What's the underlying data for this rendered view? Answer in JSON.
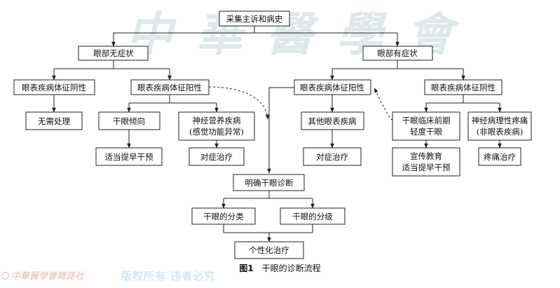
{
  "watermark": {
    "top_text": "中華醫學會",
    "footer_text": "中華醫學會雜誌社",
    "footer_text_2": "版权所有 违者必究"
  },
  "caption": {
    "label": "图1",
    "text": "干眼的诊断流程"
  },
  "nodes": {
    "collect": "采集主诉和病史",
    "no_symptom": "眼部无症状",
    "has_symptom": "眼部有症状",
    "ns_sign_neg": "眼表疾病体征阴性",
    "ns_sign_pos": "眼表疾病体征阳性",
    "no_treatment": "无需处理",
    "dry_eye_tendency": "干眼倾向",
    "neurotrophic_1": "神经营养疾病",
    "neurotrophic_2": "(感觉功能异常)",
    "early_intervention": "适当提早干预",
    "symptomatic": "对症治疗",
    "hs_sign_pos": "眼表疾病体征阳性",
    "hs_sign_neg": "眼表疾病体征阴性",
    "other_disease": "其他眼表疾病",
    "other_treatment": "对症治疗",
    "preclinical_1": "干眼临床前期",
    "preclinical_2": "轻度干眼",
    "education_1": "宣传教育",
    "education_2": "适当提早干预",
    "neuropathic_1": "神经病理性疼痛",
    "neuropathic_2": "(非眼表疾病)",
    "pain_treatment": "疼痛治疗",
    "diagnosis": "明确干眼诊断",
    "classification": "干眼的分类",
    "grading": "干眼的分级",
    "personalized": "个性化治疗"
  }
}
